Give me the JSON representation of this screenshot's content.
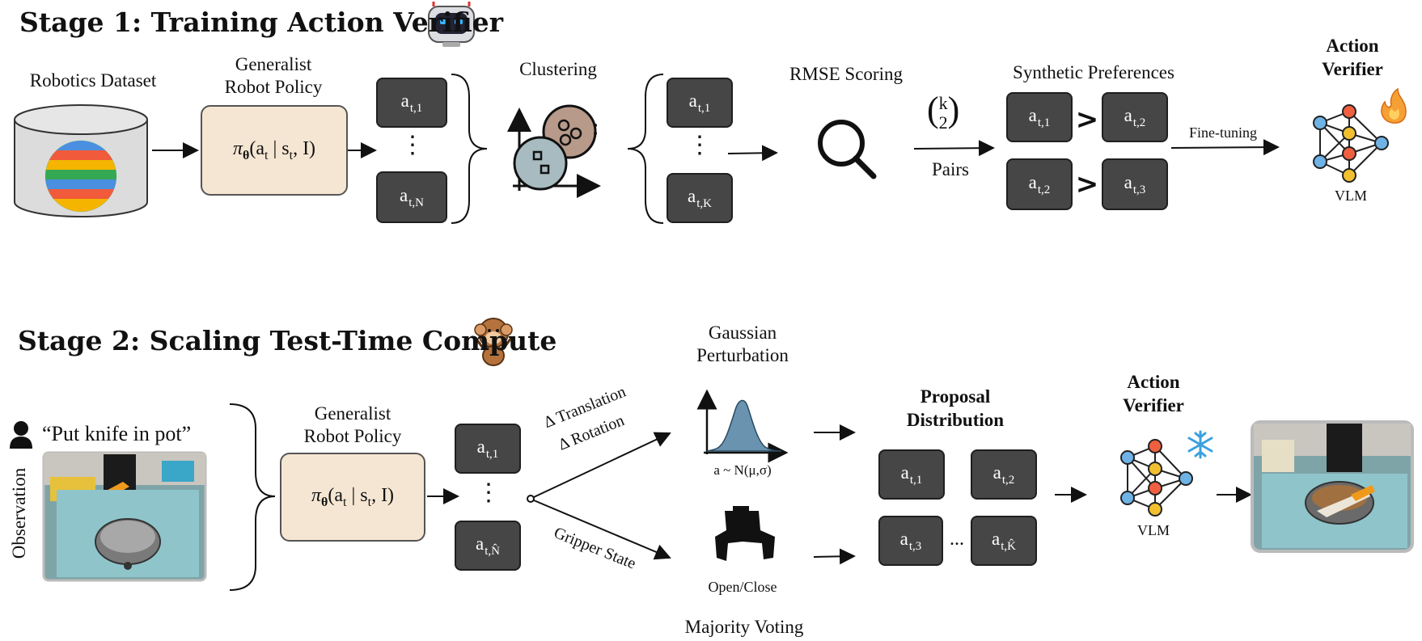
{
  "stage1": {
    "title": "Stage 1: Training Action Verifier",
    "dataset_label": "Robotics Dataset",
    "policy_label_line1": "Generalist",
    "policy_label_line2": "Robot Policy",
    "policy_formula": "πθ(at | st, I)",
    "actions_in": {
      "first": "at,1",
      "last": "at,N"
    },
    "clustering_label": "Clustering",
    "actions_clustered": {
      "first": "at,1",
      "last": "at,K"
    },
    "rmse_label": "RMSE Scoring",
    "pairs_binom": "(k 2)",
    "pairs_label": "Pairs",
    "synthetic_label": "Synthetic Preferences",
    "pref_rows": [
      {
        "left": "at,1",
        "op": ">",
        "right": "at,2"
      },
      {
        "left": "at,2",
        "op": ">",
        "right": "at,3"
      }
    ],
    "finetune_label": "Fine-tuning",
    "verifier_title_line1": "Action",
    "verifier_title_line2": "Verifier",
    "vlm_label": "VLM"
  },
  "stage2": {
    "title": "Stage 2: Scaling Test-Time Compute",
    "instruction": "“Put knife in pot”",
    "observation_label": "Observation",
    "policy_label_line1": "Generalist",
    "policy_label_line2": "Robot Policy",
    "policy_formula": "πθ(at | st, I)",
    "actions_in": {
      "first": "at,1",
      "last": "at,N̂"
    },
    "translation_label": "Δ Translation",
    "rotation_label": "Δ Rotation",
    "gripper_label": "Gripper State",
    "gaussian_label_line1": "Gaussian",
    "gaussian_label_line2": "Perturbation",
    "gaussian_formula": "a ~ N(μ,σ)",
    "open_close": "Open/Close",
    "majority_label": "Majority Voting",
    "proposal_title_line1": "Proposal",
    "proposal_title_line2": "Distribution",
    "proposal_actions": [
      "at,1",
      "at,2",
      "at,3",
      "at,K̂"
    ],
    "proposal_ellipsis": "...",
    "verifier_title_line1": "Action",
    "verifier_title_line2": "Verifier",
    "vlm_label": "VLM"
  },
  "colors": {
    "policy_fill": "#f5e6d3",
    "action_fill": "#464646",
    "verifier_fill": "#eef2fa",
    "gaussian_fill": "#6a93b0",
    "flame": "#f5a035",
    "snowflake": "#3aa0e0"
  },
  "icons": [
    "robot-icon",
    "monkey-icon",
    "database-icon",
    "magnifier-icon",
    "flame-icon",
    "snowflake-icon",
    "person-icon",
    "gripper-icon"
  ]
}
